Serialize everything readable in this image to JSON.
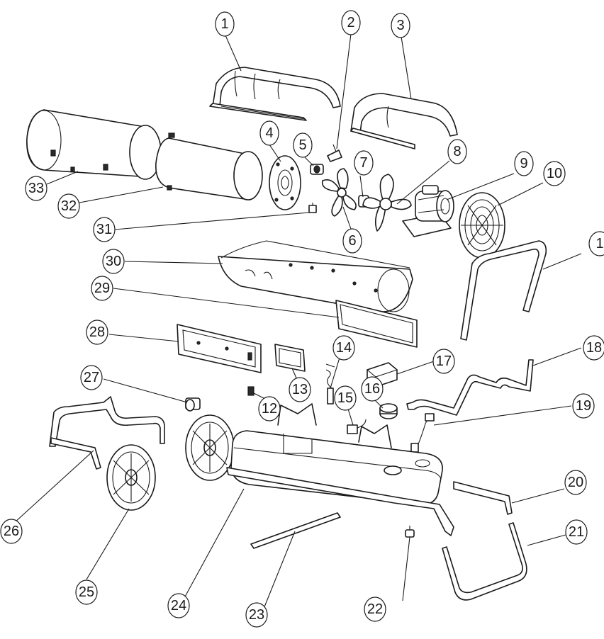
{
  "callouts": [
    {
      "id": "1",
      "label": "1"
    },
    {
      "id": "2",
      "label": "2"
    },
    {
      "id": "3",
      "label": "3"
    },
    {
      "id": "4",
      "label": "4"
    },
    {
      "id": "5",
      "label": "5"
    },
    {
      "id": "6",
      "label": "6"
    },
    {
      "id": "7",
      "label": "7"
    },
    {
      "id": "8",
      "label": "8"
    },
    {
      "id": "9",
      "label": "9"
    },
    {
      "id": "10",
      "label": "10"
    },
    {
      "id": "11",
      "label": "1"
    },
    {
      "id": "12",
      "label": "12"
    },
    {
      "id": "13",
      "label": "13"
    },
    {
      "id": "14",
      "label": "14"
    },
    {
      "id": "15",
      "label": "15"
    },
    {
      "id": "16",
      "label": "16"
    },
    {
      "id": "17",
      "label": "17"
    },
    {
      "id": "18",
      "label": "18"
    },
    {
      "id": "19",
      "label": "19"
    },
    {
      "id": "20",
      "label": "20"
    },
    {
      "id": "21",
      "label": "21"
    },
    {
      "id": "22",
      "label": "22"
    },
    {
      "id": "23",
      "label": "23"
    },
    {
      "id": "24",
      "label": "24"
    },
    {
      "id": "25",
      "label": "25"
    },
    {
      "id": "26",
      "label": "26"
    },
    {
      "id": "27",
      "label": "27"
    },
    {
      "id": "28",
      "label": "28"
    },
    {
      "id": "29",
      "label": "29"
    },
    {
      "id": "30",
      "label": "30"
    },
    {
      "id": "31",
      "label": "31"
    },
    {
      "id": "32",
      "label": "32"
    },
    {
      "id": "33",
      "label": "33"
    }
  ]
}
